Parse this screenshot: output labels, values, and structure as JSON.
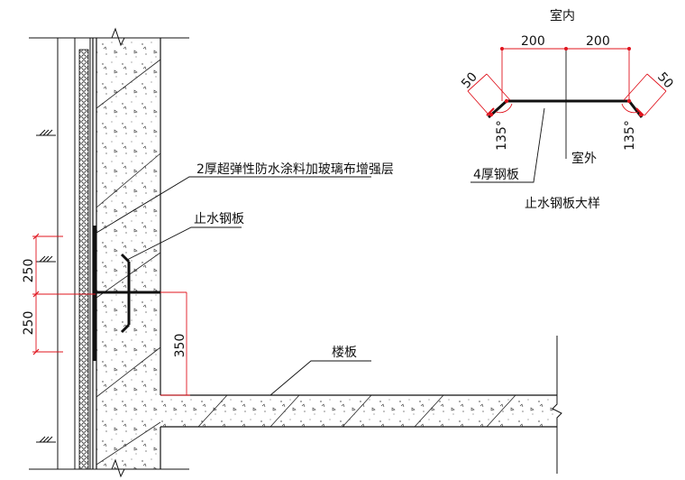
{
  "labels": {
    "indoor": "室内",
    "outdoor": "室外",
    "detail_title": "止水钢板大样",
    "plate_thickness": "4厚钢板",
    "coating_layer": "2厚超弹性防水涂料加玻璃布增强层",
    "waterstop_plate": "止水钢板",
    "floor_slab": "楼板"
  },
  "dimensions": {
    "half_width_left": "200",
    "half_width_right": "200",
    "flange_left": "50",
    "flange_right": "50",
    "angle_left": "135°",
    "angle_right": "135°",
    "spacing_upper": "250",
    "spacing_lower": "250",
    "height_to_slab": "350"
  },
  "colors": {
    "line": "#111111",
    "dimension": "#e0141e",
    "hatch": "#222222"
  }
}
